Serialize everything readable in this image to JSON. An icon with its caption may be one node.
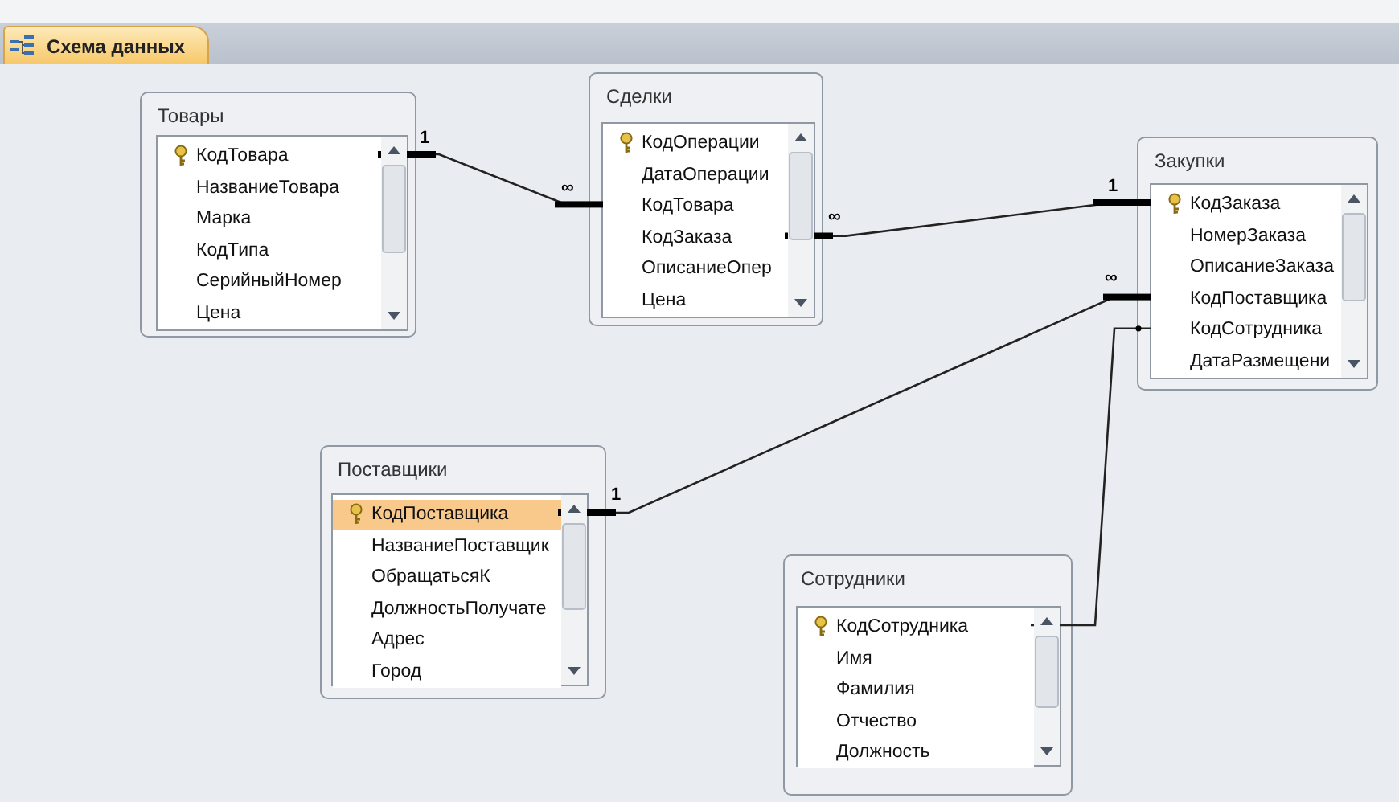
{
  "diagram": {
    "title": "Схема данных",
    "nodes": [
      {
        "text": [
          "Товары"
        ]
      },
      {
        "text": [
          "КодТовара"
        ],
        "in": 0
      },
      {
        "text": [
          "НазваниеТовара"
        ],
        "in": 0
      },
      {
        "text": [
          "Марка"
        ],
        "in": 0
      },
      {
        "text": [
          "КодТипа"
        ],
        "in": 0
      },
      {
        "text": [
          "СерийныйНомер"
        ],
        "in": 0
      },
      {
        "text": [
          "Цена"
        ],
        "in": 0
      },
      {
        "text": [
          "Сделки"
        ]
      },
      {
        "text": [
          "КодОперации"
        ],
        "in": 7
      },
      {
        "text": [
          "ДатаОперации"
        ],
        "in": 7
      },
      {
        "text": [
          "КодТовара"
        ],
        "in": 7
      },
      {
        "text": [
          "КодЗаказа"
        ],
        "in": 7
      },
      {
        "text": [
          "ОписаниеОпер"
        ],
        "in": 7
      },
      {
        "text": [
          "Цена"
        ],
        "in": 7
      },
      {
        "text": [
          "Закупки"
        ]
      },
      {
        "text": [
          "КодЗаказа"
        ],
        "in": 14
      },
      {
        "text": [
          "НомерЗаказа"
        ],
        "in": 14
      },
      {
        "text": [
          "ОписаниеЗаказа"
        ],
        "in": 14
      },
      {
        "text": [
          "КодПоставщика"
        ],
        "in": 14
      },
      {
        "text": [
          "КодСотрудника"
        ],
        "in": 14
      },
      {
        "text": [
          "ДатаРазмещени"
        ],
        "in": 14
      },
      {
        "text": [
          "Поставщики"
        ]
      },
      {
        "text": [
          "КодПоставщика"
        ],
        "in": 21
      },
      {
        "text": [
          "НазваниеПоставщик"
        ],
        "in": 21
      },
      {
        "text": [
          "ОбращатьсяК"
        ],
        "in": 21
      },
      {
        "text": [
          "ДолжностьПолучате"
        ],
        "in": 21
      },
      {
        "text": [
          "Адрес"
        ],
        "in": 21
      },
      {
        "text": [
          "Город"
        ],
        "in": 21
      },
      {
        "text": [
          "Сотрудники"
        ]
      },
      {
        "text": [
          "КодСотрудника"
        ],
        "in": 28
      },
      {
        "text": [
          "Имя"
        ],
        "in": 28
      },
      {
        "text": [
          "Фамилия"
        ],
        "in": 28
      },
      {
        "text": [
          "Отчество"
        ],
        "in": 28
      },
      {
        "text": [
          "Должность"
        ],
        "in": 28
      }
    ],
    "edges": [
      {
        "from": 1,
        "to": 10,
        "arrow": "other"
      },
      {
        "from": 15,
        "to": 11,
        "arrow": "other"
      },
      {
        "from": 22,
        "to": 18,
        "arrow": "other"
      },
      {
        "from": 29,
        "to": 19,
        "arrow": "other"
      }
    ],
    "labels": [
      "1",
      "∞",
      "∞",
      "1",
      "∞",
      "1"
    ]
  }
}
